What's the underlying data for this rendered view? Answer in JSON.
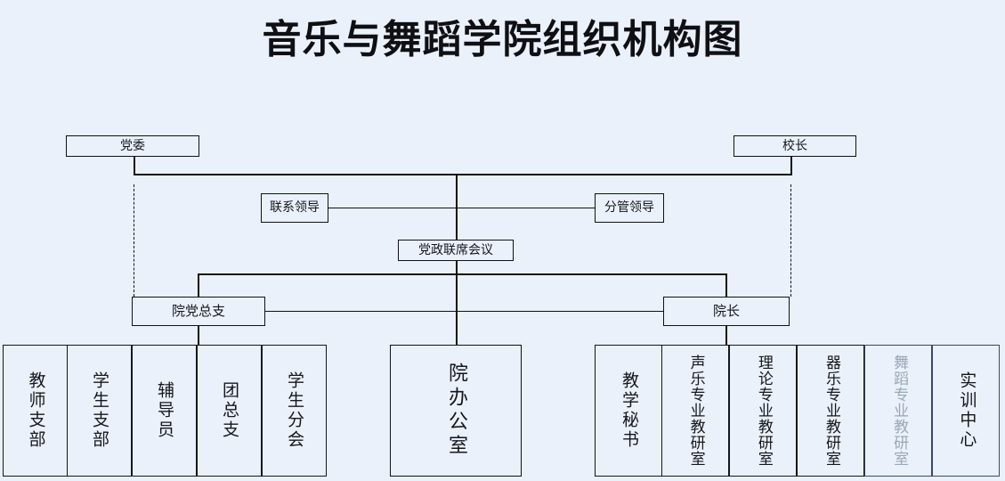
{
  "chart_data": {
    "type": "diagram",
    "title": "音乐与舞蹈学院组织机构图",
    "diagram_kind": "organizational-chart",
    "background_color": "#eaf1fa",
    "line_color": "#111118",
    "nodes": [
      {
        "id": "party_committee",
        "label": "党委",
        "level": 1
      },
      {
        "id": "president",
        "label": "校长",
        "level": 1
      },
      {
        "id": "liaison_leader",
        "label": "联系领导",
        "level": 2
      },
      {
        "id": "supervising_leader",
        "label": "分管领导",
        "level": 2
      },
      {
        "id": "joint_meeting",
        "label": "党政联席会议",
        "level": 3
      },
      {
        "id": "party_branch",
        "label": "院党总支",
        "level": 4
      },
      {
        "id": "dean",
        "label": "院长",
        "level": 4
      },
      {
        "id": "college_office",
        "label": "院办公室",
        "level": 5
      }
    ],
    "left_units": [
      {
        "label": "教师支部"
      },
      {
        "label": "学生支部"
      },
      {
        "label": "辅导员"
      },
      {
        "label": "团总支"
      },
      {
        "label": "学生分会"
      }
    ],
    "center_unit": {
      "label": "院办公室"
    },
    "right_units": [
      {
        "label": "教学秘书",
        "muted": false
      },
      {
        "label": "声乐专业教研室",
        "muted": false
      },
      {
        "label": "理论专业教研室",
        "muted": false
      },
      {
        "label": "器乐专业教研室",
        "muted": false
      },
      {
        "label": "舞蹈专业教研室",
        "muted": true
      },
      {
        "label": "实训中心",
        "muted": false
      }
    ],
    "edges": [
      {
        "from": "party_committee",
        "to": "president",
        "style": "solid-bus"
      },
      {
        "from": "party_committee",
        "to": "party_branch",
        "style": "dashed"
      },
      {
        "from": "president",
        "to": "dean",
        "style": "dashed"
      },
      {
        "from": "liaison_leader",
        "to": "supervising_leader",
        "style": "solid"
      },
      {
        "from": "joint_meeting",
        "to": "party_branch",
        "style": "solid"
      },
      {
        "from": "joint_meeting",
        "to": "dean",
        "style": "solid"
      },
      {
        "from": "joint_meeting",
        "to": "college_office",
        "style": "solid"
      },
      {
        "from": "party_branch",
        "to": "left_units",
        "style": "solid"
      },
      {
        "from": "dean",
        "to": "right_units",
        "style": "solid"
      }
    ]
  },
  "title": "音乐与舞蹈学院组织机构图",
  "nodes": {
    "party_committee": "党委",
    "president": "校长",
    "liaison_leader": "联系领导",
    "supervising_leader": "分管领导",
    "joint_meeting": "党政联席会议",
    "party_branch": "院党总支",
    "dean": "院长",
    "college_office": "院办公室"
  },
  "left_units": [
    "教师支部",
    "学生支部",
    "辅导员",
    "团总支",
    "学生分会"
  ],
  "right_units": [
    "教学秘书",
    "声乐专业教研室",
    "理论专业教研室",
    "器乐专业教研室",
    "舞蹈专业教研室",
    "实训中心"
  ]
}
